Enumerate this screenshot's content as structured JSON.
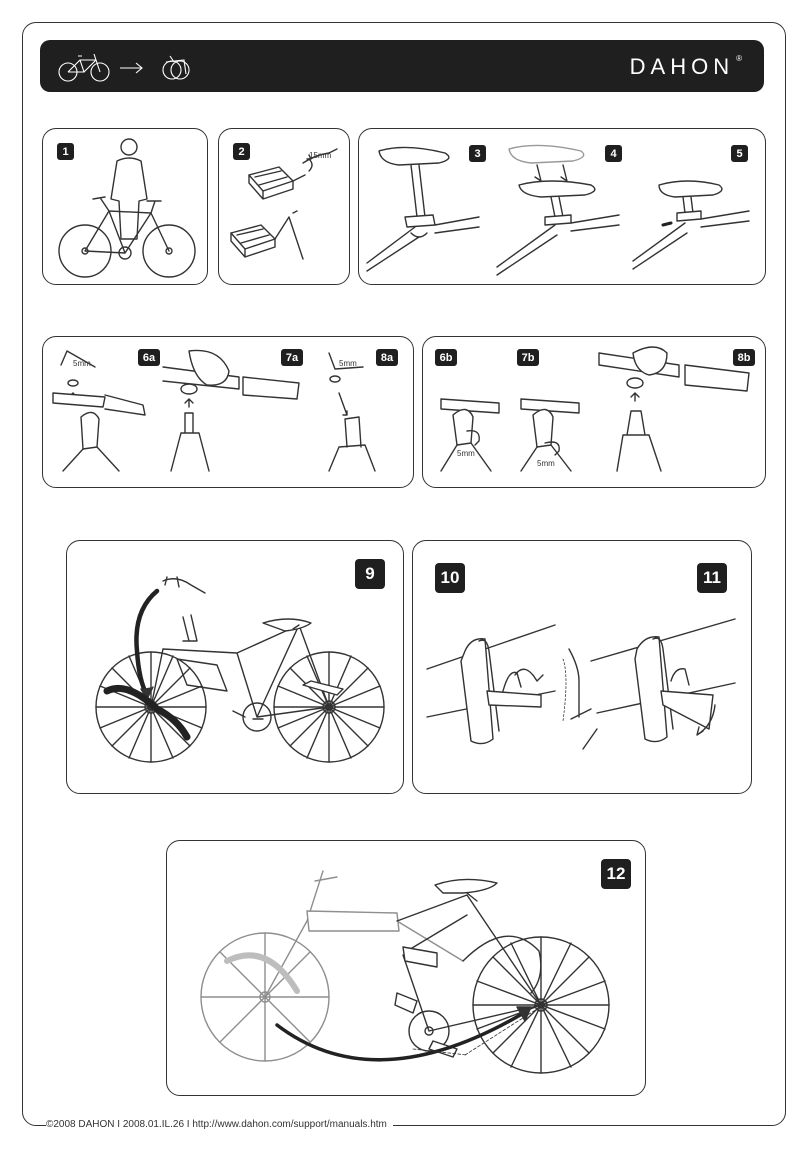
{
  "header": {
    "brand": "DAHON",
    "reg_mark": "®"
  },
  "panels": {
    "p1": {
      "step": "1"
    },
    "p2": {
      "step": "2",
      "dim": "15mm"
    },
    "p345": {
      "steps": [
        "3",
        "4",
        "5"
      ]
    },
    "p6a8a": {
      "steps": [
        "6a",
        "7a",
        "8a"
      ],
      "dim_6a": "5mm",
      "dim_8a": "5mm"
    },
    "p6b8b": {
      "steps": [
        "6b",
        "7b",
        "8b"
      ],
      "dim_6b": "5mm",
      "dim_7b": "5mm"
    },
    "p9": {
      "step": "9"
    },
    "p1011": {
      "steps": [
        "10",
        "11"
      ]
    },
    "p12": {
      "step": "12"
    }
  },
  "footer": {
    "text": "©2008 DAHON  I  2008.01.IL.26  I  http://www.dahon.com/support/manuals.htm"
  }
}
